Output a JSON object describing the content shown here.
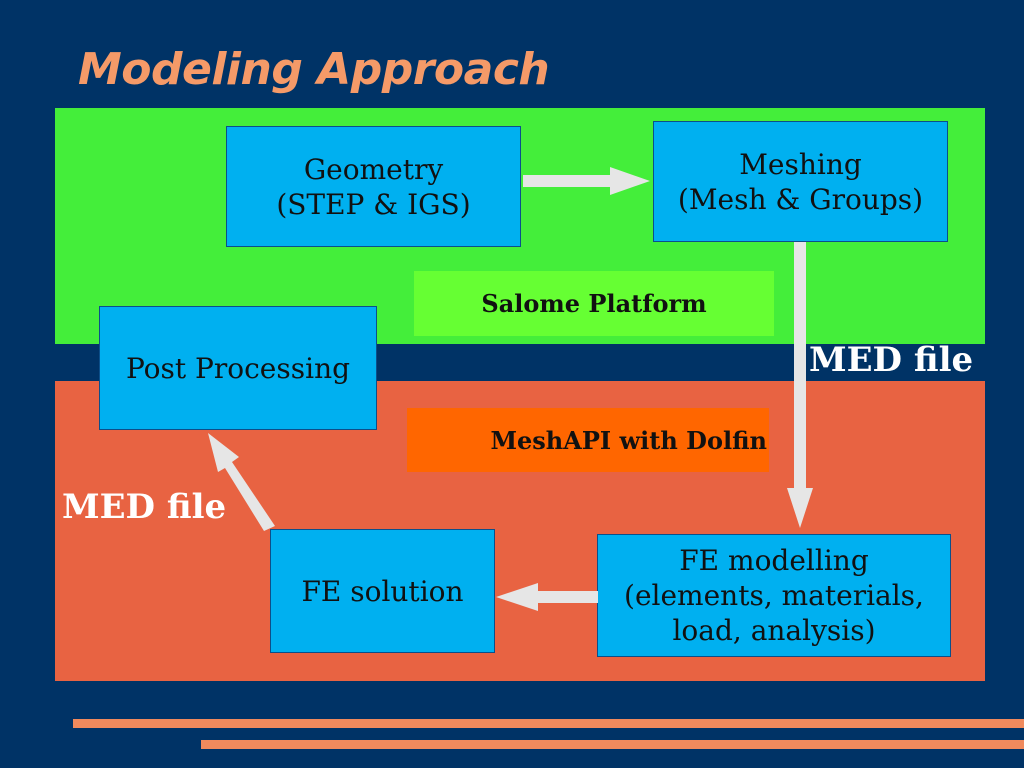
{
  "slide": {
    "title": "Modeling Approach"
  },
  "zones": {
    "green_label": "Salome Platform",
    "orange_label": "MeshAPI with Dolfin"
  },
  "boxes": {
    "geometry": [
      "Geometry",
      "(STEP & IGS)"
    ],
    "meshing": [
      "Meshing",
      "(Mesh & Groups)"
    ],
    "post_processing": [
      "Post Processing"
    ],
    "fe_solution": [
      "FE solution"
    ],
    "fe_modelling": [
      "FE modelling",
      "(elements, materials,",
      "load, analysis)"
    ]
  },
  "flow_labels": {
    "med_file_right": "MED file",
    "med_file_left": "MED file"
  },
  "colors": {
    "background": "#003366",
    "title": "#f59a68",
    "green_zone": "#44ee3a",
    "green_label_bg": "#66ff33",
    "orange_zone": "#e86342",
    "orange_label_bg": "#ff6600",
    "box_fill": "#00b0f0",
    "arrow": "#e6e6e6",
    "stripe": "#f08a5d"
  }
}
